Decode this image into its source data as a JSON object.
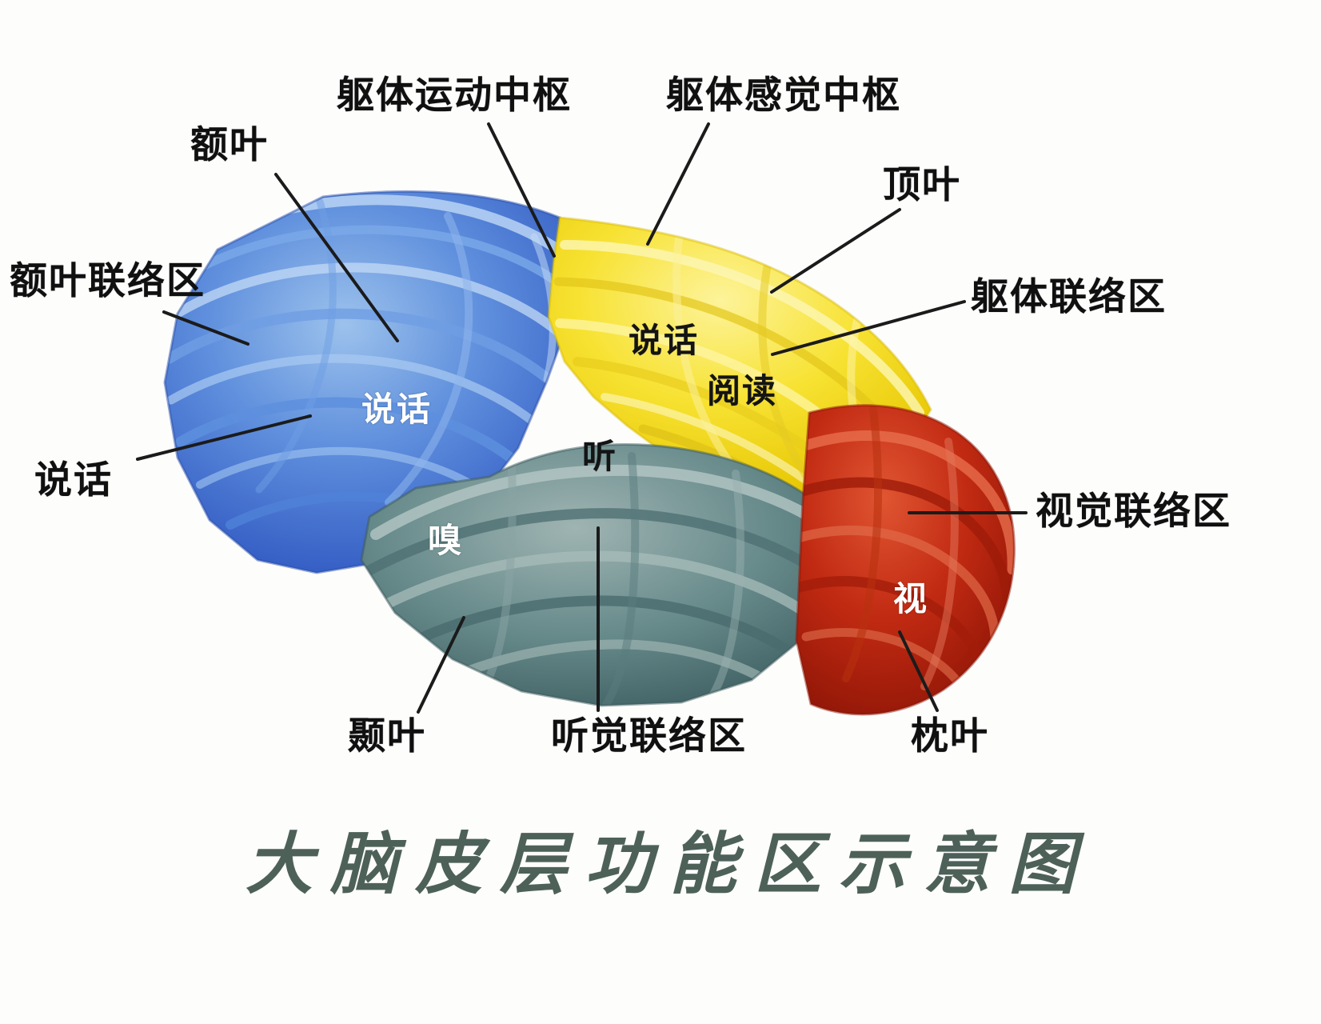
{
  "figure": {
    "title": "大脑皮层功能区示意图",
    "title_color": "#4d6159",
    "background_color": "#fdfdfc"
  },
  "lobes": [
    {
      "name": "frontal-lobe",
      "label": "额叶",
      "color": "#3f6fd0"
    },
    {
      "name": "parietal-lobe",
      "label": "顶叶",
      "color": "#f5dd1e"
    },
    {
      "name": "temporal-lobe",
      "label": "颞叶",
      "color": "#5d7f80"
    },
    {
      "name": "occipital-lobe",
      "label": "枕叶",
      "color": "#bd2413"
    }
  ],
  "callout_labels": [
    {
      "key": "frontal_association",
      "text": "额叶联络区"
    },
    {
      "key": "frontal_lobe",
      "text": "额叶"
    },
    {
      "key": "motor_center",
      "text": "躯体运动中枢"
    },
    {
      "key": "sensory_center",
      "text": "躯体感觉中枢"
    },
    {
      "key": "parietal_lobe",
      "text": "顶叶"
    },
    {
      "key": "somatic_association",
      "text": "躯体联络区"
    },
    {
      "key": "visual_association",
      "text": "视觉联络区"
    },
    {
      "key": "speech_left",
      "text": "说话"
    },
    {
      "key": "temporal_lobe",
      "text": "颞叶"
    },
    {
      "key": "auditory_association",
      "text": "听觉联络区"
    },
    {
      "key": "occipital_lobe",
      "text": "枕叶"
    }
  ],
  "region_labels": [
    {
      "key": "speech_frontal",
      "text": "说话",
      "color": "#ffffff"
    },
    {
      "key": "speech_parietal",
      "text": "说话",
      "color": "#141414"
    },
    {
      "key": "reading",
      "text": "阅读",
      "color": "#141414"
    },
    {
      "key": "hearing",
      "text": "听",
      "color": "#141414"
    },
    {
      "key": "smell",
      "text": "嗅",
      "color": "#ffffff"
    },
    {
      "key": "vision",
      "text": "视",
      "color": "#ffffff"
    }
  ]
}
